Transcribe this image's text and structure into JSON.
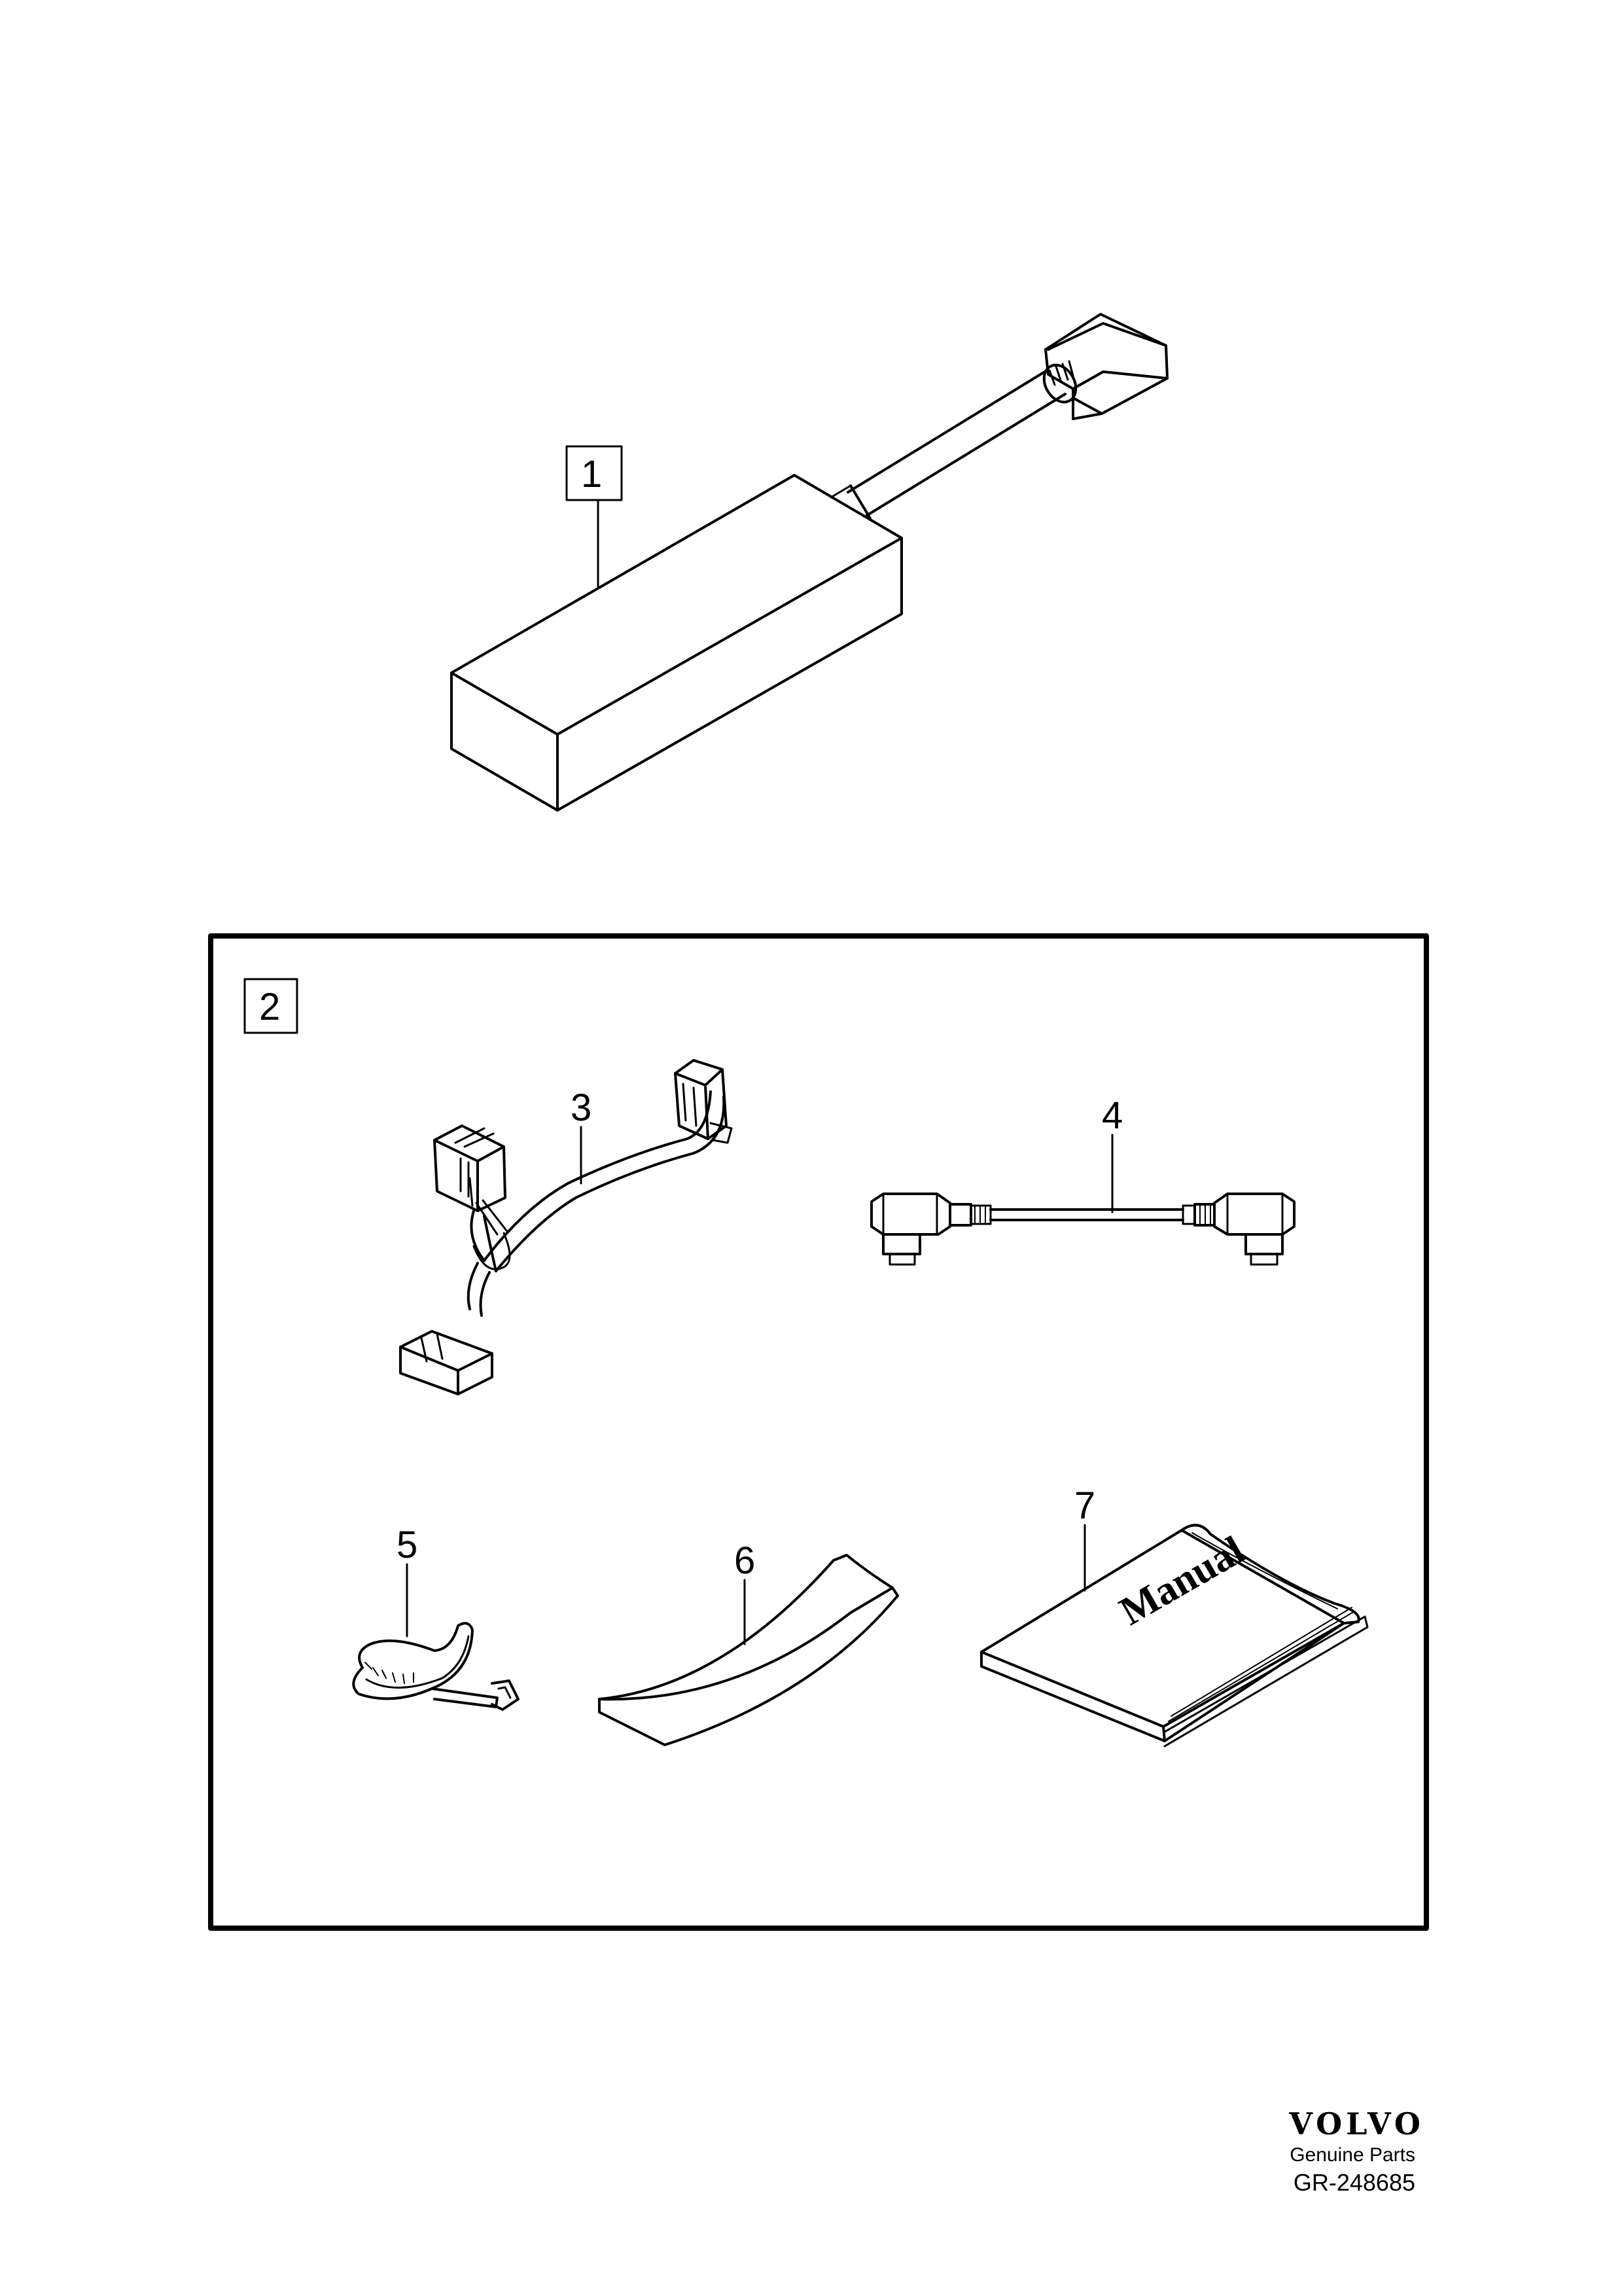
{
  "callouts": {
    "c1": "1",
    "c2": "2",
    "c3": "3",
    "c4": "4",
    "c5": "5",
    "c6": "6",
    "c7": "7"
  },
  "manual_cover_text": "Manual",
  "footer": {
    "brand": "VOLVO",
    "tagline": "Genuine Parts",
    "drawing_number": "GR-248685"
  }
}
